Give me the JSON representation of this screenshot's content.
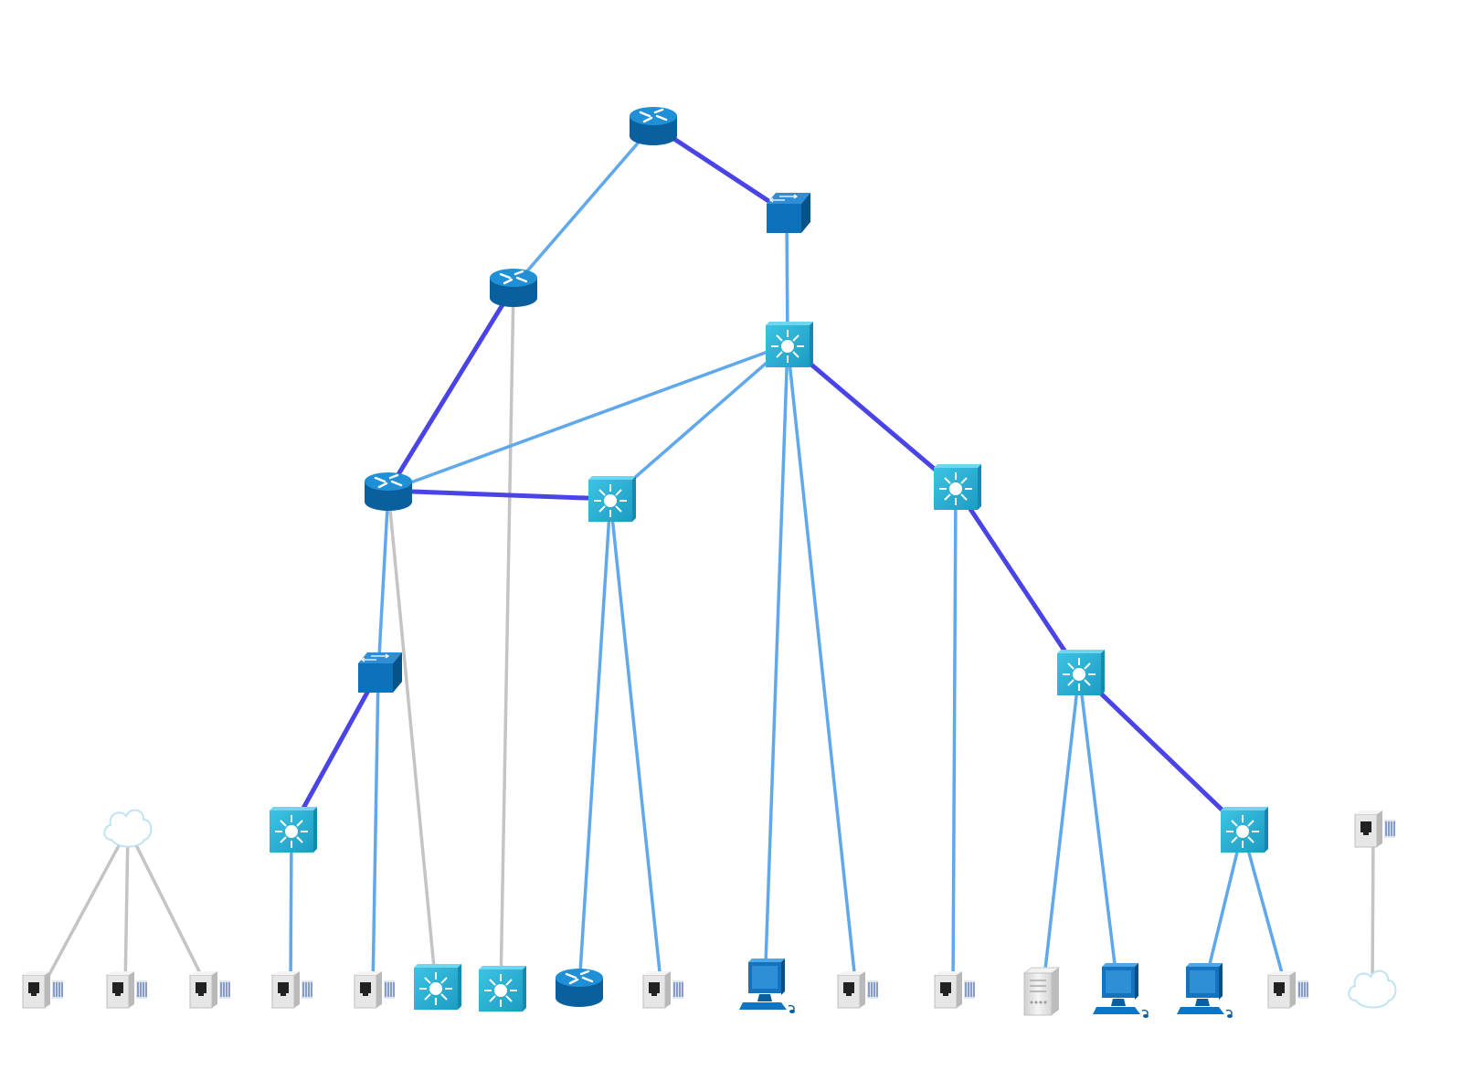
{
  "diagram": {
    "colors": {
      "background": "#ffffff",
      "link_light": "#5fa8ec",
      "link_strong": "#4a44e6",
      "link_gray": "#c4c4c4",
      "router": "#0d72b9",
      "switch": "#0d72b9",
      "l3_switch": "#27b2d5",
      "pc": "#1074c0",
      "server": "#e2e2e2",
      "cloud_stroke": "#bfe3f3",
      "phone_jack": "#d8d8d8"
    },
    "nodes": [
      {
        "id": "router-top",
        "icon": "router-icon"
      },
      {
        "id": "switch-top",
        "icon": "switch-icon"
      },
      {
        "id": "router-mid",
        "icon": "router-icon"
      },
      {
        "id": "l3-core",
        "icon": "l3-switch-icon"
      },
      {
        "id": "router-left",
        "icon": "router-icon"
      },
      {
        "id": "l3-mid",
        "icon": "l3-switch-icon"
      },
      {
        "id": "l3-right",
        "icon": "l3-switch-icon"
      },
      {
        "id": "switch-left",
        "icon": "switch-icon"
      },
      {
        "id": "l3-right2",
        "icon": "l3-switch-icon"
      },
      {
        "id": "l3-left-low",
        "icon": "l3-switch-icon"
      },
      {
        "id": "l3-right-low",
        "icon": "l3-switch-icon"
      },
      {
        "id": "cloud-left",
        "icon": "cloud-icon"
      },
      {
        "id": "jack-top-right",
        "icon": "phone-jack-icon"
      },
      {
        "id": "jack-1",
        "icon": "phone-jack-icon"
      },
      {
        "id": "jack-2",
        "icon": "phone-jack-icon"
      },
      {
        "id": "jack-3",
        "icon": "phone-jack-icon"
      },
      {
        "id": "jack-4",
        "icon": "phone-jack-icon"
      },
      {
        "id": "jack-5",
        "icon": "phone-jack-icon"
      },
      {
        "id": "l3-b1",
        "icon": "l3-switch-icon"
      },
      {
        "id": "l3-b2",
        "icon": "l3-switch-icon"
      },
      {
        "id": "router-b",
        "icon": "router-icon"
      },
      {
        "id": "jack-6",
        "icon": "phone-jack-icon"
      },
      {
        "id": "pc-1",
        "icon": "pc-icon"
      },
      {
        "id": "jack-7",
        "icon": "phone-jack-icon"
      },
      {
        "id": "jack-8",
        "icon": "phone-jack-icon"
      },
      {
        "id": "server-1",
        "icon": "server-icon"
      },
      {
        "id": "pc-2",
        "icon": "pc-icon"
      },
      {
        "id": "pc-3",
        "icon": "pc-icon"
      },
      {
        "id": "jack-9",
        "icon": "phone-jack-icon"
      },
      {
        "id": "cloud-right",
        "icon": "cloud-icon"
      }
    ],
    "edges": [
      {
        "from": "router-top",
        "to": "switch-top",
        "style": "strong"
      },
      {
        "from": "router-top",
        "to": "router-mid",
        "style": "light"
      },
      {
        "from": "switch-top",
        "to": "l3-core",
        "style": "light"
      },
      {
        "from": "router-mid",
        "to": "router-left",
        "style": "strong"
      },
      {
        "from": "router-mid",
        "to": "l3-b2",
        "style": "gray"
      },
      {
        "from": "l3-core",
        "to": "router-left",
        "style": "light"
      },
      {
        "from": "l3-core",
        "to": "l3-mid",
        "style": "light"
      },
      {
        "from": "l3-core",
        "to": "l3-right",
        "style": "strong"
      },
      {
        "from": "l3-core",
        "to": "pc-1",
        "style": "light"
      },
      {
        "from": "l3-core",
        "to": "jack-7",
        "style": "light"
      },
      {
        "from": "router-left",
        "to": "l3-mid",
        "style": "strong"
      },
      {
        "from": "router-left",
        "to": "switch-left",
        "style": "light"
      },
      {
        "from": "router-left",
        "to": "l3-b1",
        "style": "gray"
      },
      {
        "from": "switch-left",
        "to": "l3-left-low",
        "style": "strong"
      },
      {
        "from": "switch-left",
        "to": "jack-5",
        "style": "light"
      },
      {
        "from": "l3-left-low",
        "to": "jack-4",
        "style": "light"
      },
      {
        "from": "l3-mid",
        "to": "router-b",
        "style": "light"
      },
      {
        "from": "l3-mid",
        "to": "jack-6",
        "style": "light"
      },
      {
        "from": "l3-right",
        "to": "jack-8",
        "style": "light"
      },
      {
        "from": "l3-right",
        "to": "l3-right2",
        "style": "strong"
      },
      {
        "from": "l3-right2",
        "to": "server-1",
        "style": "light"
      },
      {
        "from": "l3-right2",
        "to": "pc-2",
        "style": "light"
      },
      {
        "from": "l3-right2",
        "to": "l3-right-low",
        "style": "strong"
      },
      {
        "from": "l3-right-low",
        "to": "pc-3",
        "style": "light"
      },
      {
        "from": "l3-right-low",
        "to": "jack-9",
        "style": "light"
      },
      {
        "from": "cloud-left",
        "to": "jack-1",
        "style": "gray"
      },
      {
        "from": "cloud-left",
        "to": "jack-2",
        "style": "gray"
      },
      {
        "from": "cloud-left",
        "to": "jack-3",
        "style": "gray"
      },
      {
        "from": "jack-top-right",
        "to": "cloud-right",
        "style": "gray"
      }
    ]
  }
}
